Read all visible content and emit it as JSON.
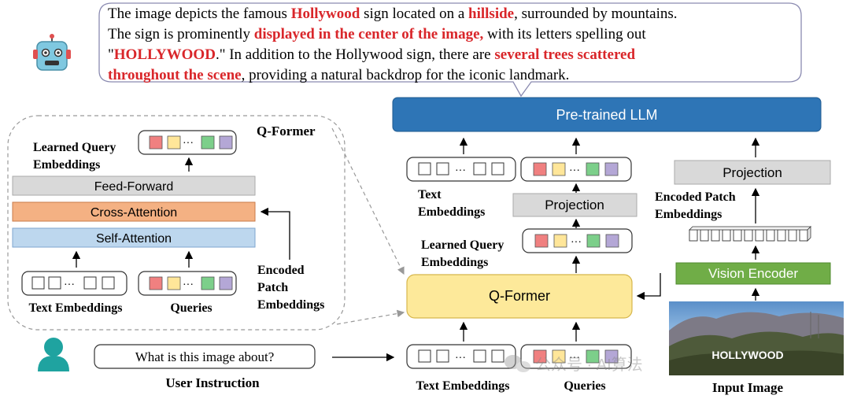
{
  "speech": {
    "segments": [
      {
        "t": "The image depicts the famous ",
        "red": false
      },
      {
        "t": "Hollywood",
        "red": true
      },
      {
        "t": " sign located on a ",
        "red": false
      },
      {
        "t": "hillside",
        "red": true
      },
      {
        "t": ", surrounded by mountains.",
        "red": false
      },
      {
        "t": "The sign is prominently ",
        "red": false
      },
      {
        "t": "displayed in the center of the image,",
        "red": true
      },
      {
        "t": " with its letters spelling out",
        "red": false
      },
      {
        "t": "\"",
        "red": false
      },
      {
        "t": "HOLLYWOOD",
        "red": true
      },
      {
        "t": ".\" In addition to the Hollywood sign, there are ",
        "red": false
      },
      {
        "t": "several trees scattered",
        "red": true
      },
      {
        "t": "throughout the scene",
        "red": true
      },
      {
        "t": ", providing a natural backdrop for the iconic landmark.",
        "red": false
      }
    ]
  },
  "qformer_panel": {
    "title": "Q-Former",
    "learned_query_label": "Learned Query Embeddings",
    "feed_forward": "Feed-Forward",
    "cross_attention": "Cross-Attention",
    "self_attention": "Self-Attention",
    "encoded_patch_label": "Encoded Patch Embeddings",
    "text_embeddings_label": "Text Embeddings",
    "queries_label": "Queries"
  },
  "user": {
    "instruction_text": "What is this image about?",
    "instruction_label": "User Instruction"
  },
  "pipeline": {
    "llm": "Pre-trained LLM",
    "text_embeddings_label": "Text Embeddings",
    "projection_1": "Projection",
    "learned_query_label": "Learned Query Embeddings",
    "qformer": "Q-Former",
    "text_embeddings_bottom_label": "Text Embeddings",
    "queries_label": "Queries",
    "projection_2": "Projection",
    "encoded_patch_label": "Encoded Patch Embeddings",
    "vision_encoder": "Vision Encoder",
    "input_image_label": "Input Image",
    "hollywood_sign": "HOLLYWOOD"
  },
  "watermark": "公众号 · AI算法",
  "colors": {
    "red_text": "#d9262a",
    "llm_blue": "#2e75b6",
    "qformer_yellow": "#fde99a",
    "feed_forward_gray": "#d9d9d9",
    "cross_attention_orange": "#f4b183",
    "self_attention_blue": "#bdd7ee",
    "vision_green": "#70ad47",
    "token_red": "#f08080",
    "token_yellow": "#ffe699",
    "token_green": "#7ccf8a",
    "token_purple": "#b4a7d6"
  },
  "icons": [
    "robot-icon",
    "user-icon",
    "wechat-icon"
  ]
}
